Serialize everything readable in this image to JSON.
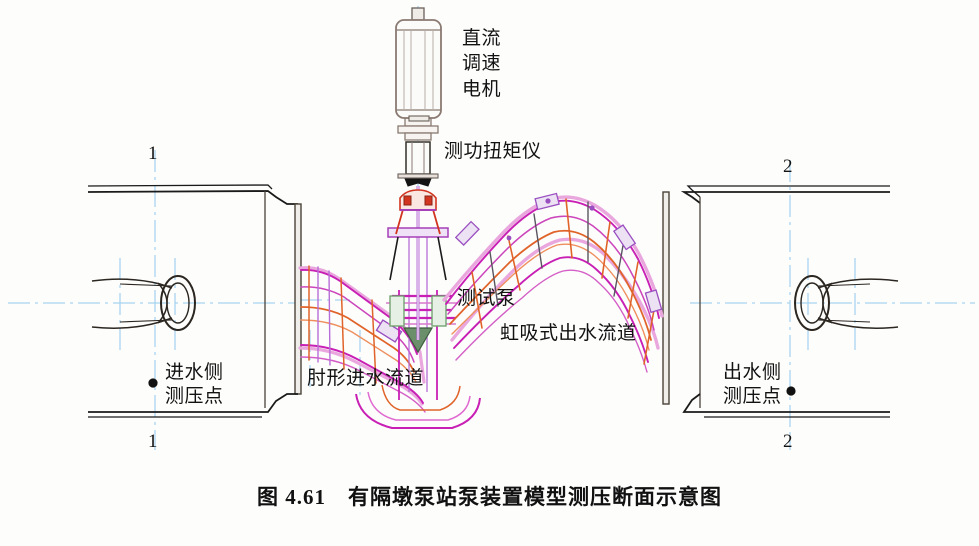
{
  "figure": {
    "caption_number": "图 4.61",
    "caption_title": "有隔墩泵站泵装置模型测压断面示意图"
  },
  "labels": {
    "motor": "直流\n调速\n电机",
    "torque_meter": "测功扭矩仪",
    "test_pump": "测试泵",
    "siphon_outlet_passage": "虹吸式出水流道",
    "elbow_inlet_passage": "肘形进水流道",
    "inlet_pressure_tap": "进水侧\n测压点",
    "outlet_pressure_tap": "出水侧\n测压点"
  },
  "section_marks": {
    "left_top": "1",
    "left_bottom": "1",
    "right_top": "2",
    "right_bottom": "2"
  },
  "colors": {
    "outline": "#1a1a1a",
    "structure_gray": "#4a4238",
    "passage_magenta": "#c81fb4",
    "passage_violet": "#b86ed8",
    "passage_pink": "#e49ad8",
    "rib_orange": "#e0642a",
    "rib_salmon": "#ef8f5e",
    "centerline_blue": "#a8d4ef",
    "motor_body": "#fbfbf9",
    "motor_edge": "#8a7a72",
    "shaft_red": "#d1341f",
    "coupling_black": "#141414",
    "background": "#fdfdfc"
  }
}
